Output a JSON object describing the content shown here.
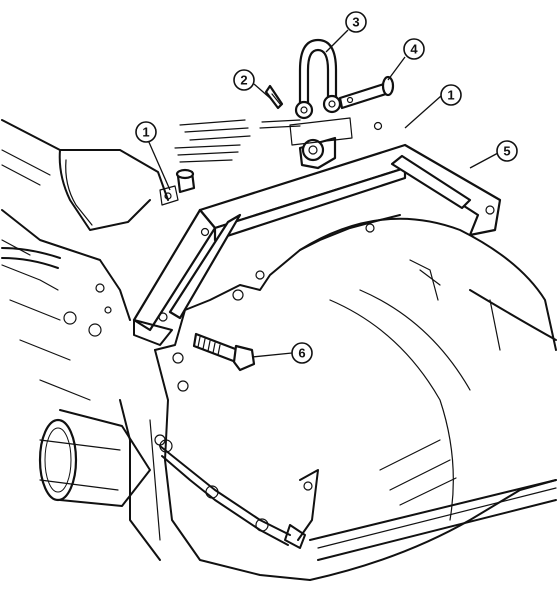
{
  "callouts": [
    {
      "id": "c1a",
      "label": "1"
    },
    {
      "id": "c1b",
      "label": "1"
    },
    {
      "id": "c2",
      "label": "2"
    },
    {
      "id": "c3",
      "label": "3"
    },
    {
      "id": "c4",
      "label": "4"
    },
    {
      "id": "c5",
      "label": "5"
    },
    {
      "id": "c6",
      "label": "6"
    }
  ]
}
